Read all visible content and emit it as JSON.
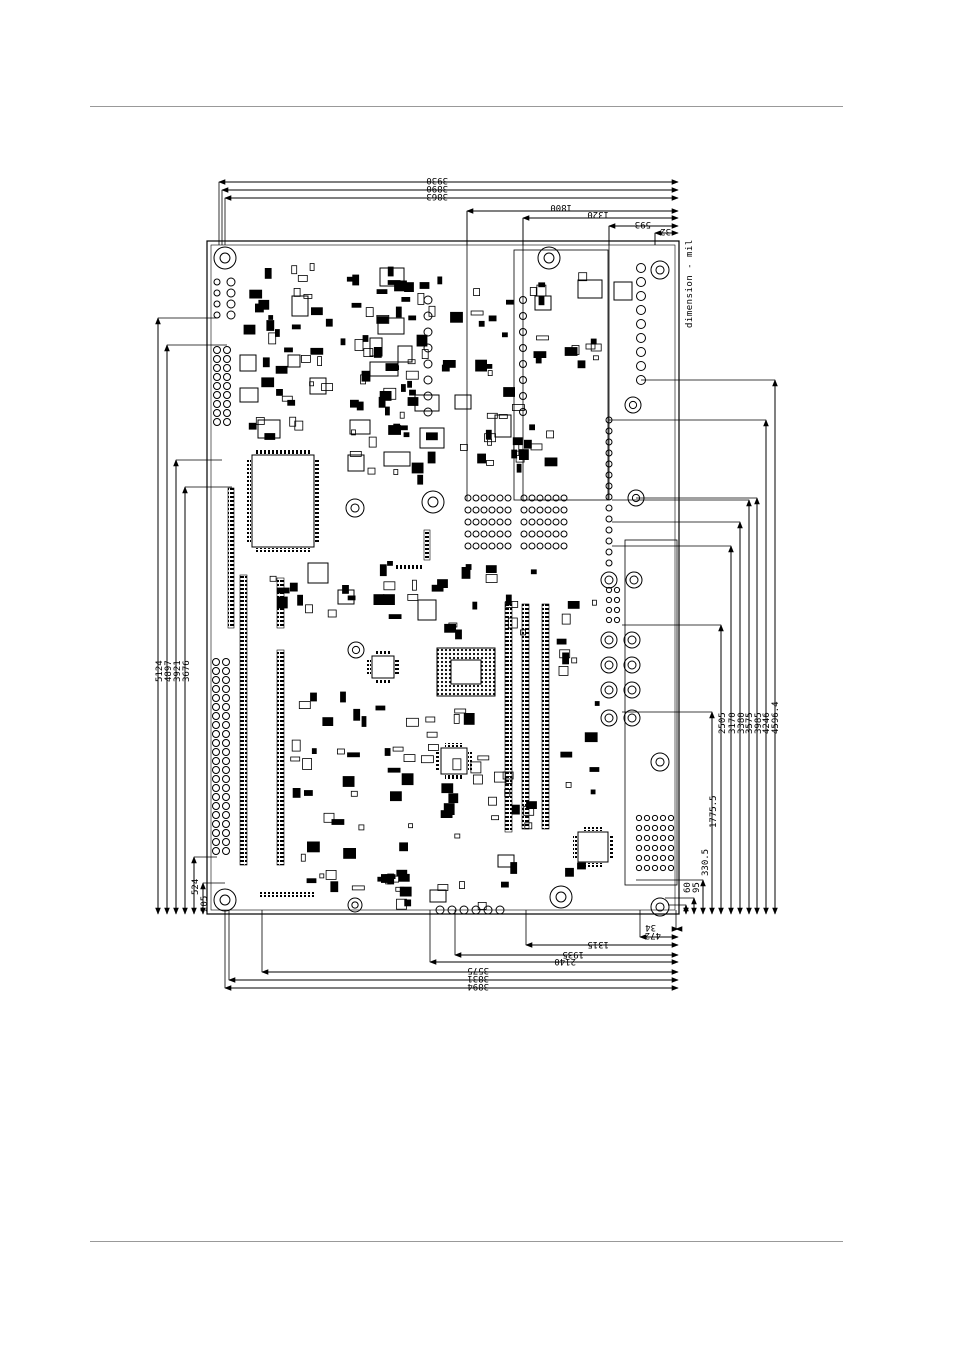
{
  "unit_label": "dimension - mil",
  "top_dims": [
    "3930",
    "3890",
    "3863",
    "1800",
    "1320",
    "593",
    "32"
  ],
  "bottom_dims": [
    "3894",
    "3831",
    "3575",
    "2140",
    "1935",
    "1315",
    "472",
    "34"
  ],
  "left_dims": [
    "5124",
    "4897",
    "3921",
    "3676",
    "524",
    "205"
  ],
  "right_dims": [
    "4596.4",
    "4246",
    "3985",
    "3575",
    "3380",
    "3170",
    "2505",
    "1775.5",
    "330.5",
    "95",
    "60"
  ]
}
